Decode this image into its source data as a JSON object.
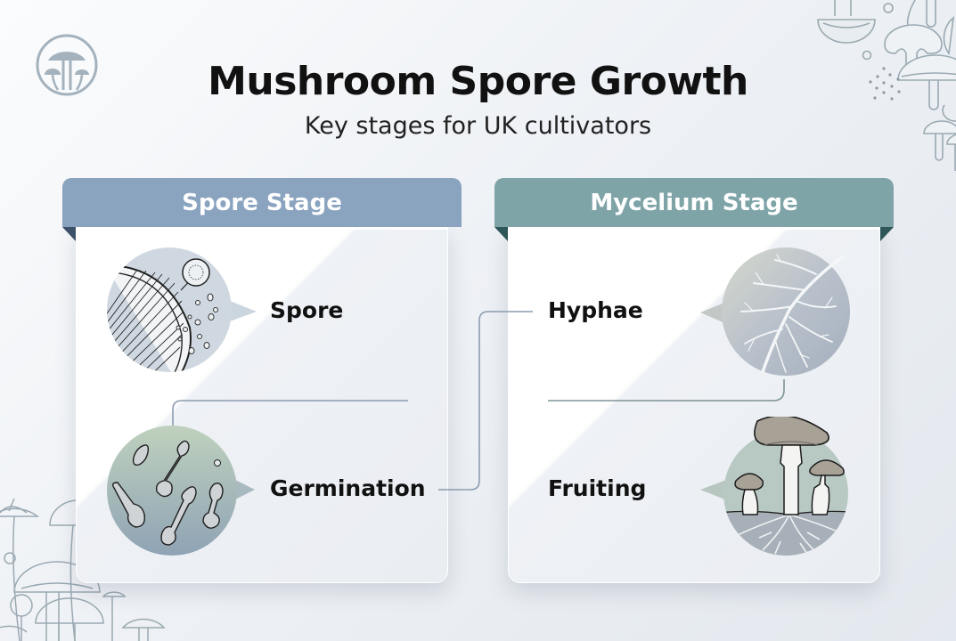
{
  "header": {
    "title": "Mushroom Spore Growth",
    "subtitle": "Key stages for UK cultivators",
    "logo_icon": "mushroom-circle-logo-icon"
  },
  "colors": {
    "spore_header": "#8aa3bf",
    "mycelium_header": "#7ea4a8",
    "connector": "#8a9cb0",
    "background": "#eef1f5"
  },
  "panels": [
    {
      "title": "Spore Stage",
      "stages": [
        {
          "label": "Spore",
          "icon": "spore-release-gill-icon"
        },
        {
          "label": "Germination",
          "icon": "germinating-spores-icon"
        }
      ]
    },
    {
      "title": "Mycelium Stage",
      "stages": [
        {
          "label": "Hyphae",
          "icon": "branching-hyphae-icon"
        },
        {
          "label": "Fruiting",
          "icon": "fruiting-mushrooms-icon"
        }
      ]
    }
  ],
  "flow": [
    "Spore",
    "Germination",
    "Hyphae",
    "Fruiting"
  ]
}
